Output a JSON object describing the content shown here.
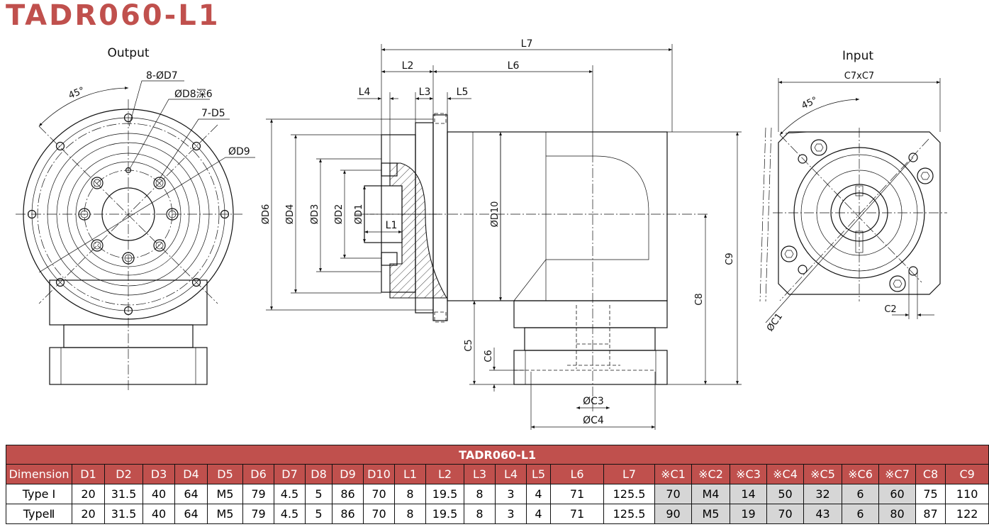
{
  "title": "TADR060-L1",
  "drawing": {
    "output_view": {
      "label": "Output",
      "angle": "45°",
      "callouts": [
        "8-ØD7",
        "ØD8深6",
        "7-D5",
        "ØD9"
      ]
    },
    "side_view": {
      "dims_horizontal": [
        "L7",
        "L2",
        "L6",
        "L4",
        "L3",
        "L5",
        "L1",
        "ØC3",
        "ØC4"
      ],
      "dims_vertical": [
        "ØD6",
        "ØD4",
        "ØD3",
        "ØD2",
        "ØD1",
        "ØD10",
        "C9",
        "C8",
        "C5",
        "C6"
      ]
    },
    "input_view": {
      "label": "Input",
      "size_label": "C7xC7",
      "angle": "45°",
      "callouts": [
        "ØC1",
        "C2"
      ]
    }
  },
  "table": {
    "caption": "TADR060-L1",
    "headers": [
      "Dimension",
      "D1",
      "D2",
      "D3",
      "D4",
      "D5",
      "D6",
      "D7",
      "D8",
      "D9",
      "D10",
      "L1",
      "L2",
      "L3",
      "L4",
      "L5",
      "L6",
      "L7",
      "※C1",
      "※C2",
      "※C3",
      "※C4",
      "※C5",
      "※C6",
      "※C7",
      "C8",
      "C9"
    ],
    "rows": [
      [
        "Type Ⅰ",
        "20",
        "31.5",
        "40",
        "64",
        "M5",
        "79",
        "4.5",
        "5",
        "86",
        "70",
        "8",
        "19.5",
        "8",
        "3",
        "4",
        "71",
        "125.5",
        "70",
        "M4",
        "14",
        "50",
        "32",
        "6",
        "60",
        "75",
        "110"
      ],
      [
        "TypeⅡ",
        "20",
        "31.5",
        "40",
        "64",
        "M5",
        "79",
        "4.5",
        "5",
        "86",
        "70",
        "8",
        "19.5",
        "8",
        "3",
        "4",
        "71",
        "125.5",
        "90",
        "M5",
        "19",
        "70",
        "43",
        "6",
        "80",
        "87",
        "122"
      ]
    ],
    "highlight_color": "#d6d6d6",
    "header_color": "#c0504d"
  }
}
